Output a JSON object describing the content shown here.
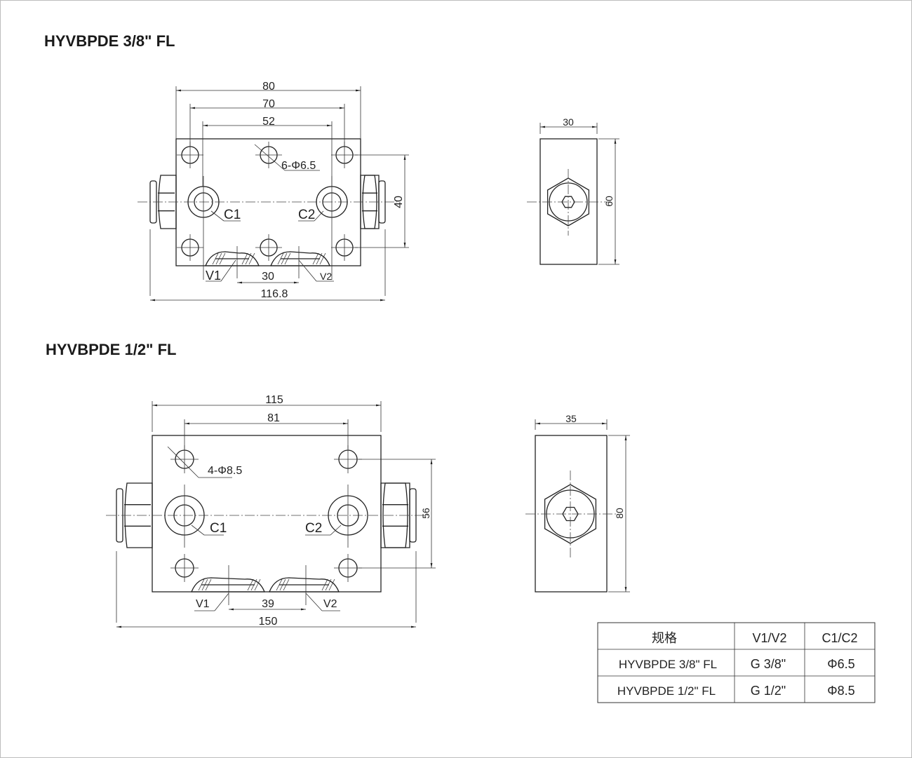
{
  "drawings": [
    {
      "title": "HYVBPDE 3/8\" FL",
      "dims": {
        "overall_top": "80",
        "mid_top": "70",
        "inner_top": "52",
        "height": "40",
        "v_spacing": "30",
        "overall_length": "116.8",
        "side_width": "30",
        "side_height": "60"
      },
      "labels": {
        "holes": "6-Φ6.5",
        "c1": "C1",
        "c2": "C2",
        "v1": "V1",
        "v2": "V2"
      }
    },
    {
      "title": "HYVBPDE 1/2\" FL",
      "dims": {
        "overall_top": "115",
        "mid_top": "81",
        "height": "56",
        "v_spacing": "39",
        "overall_length": "150",
        "side_width": "35",
        "side_height": "80"
      },
      "labels": {
        "holes": "4-Φ8.5",
        "c1": "C1",
        "c2": "C2",
        "v1": "V1",
        "v2": "V2"
      }
    }
  ],
  "spec_table": {
    "headers": [
      "规格",
      "V1/V2",
      "C1/C2"
    ],
    "rows": [
      [
        "HYVBPDE 3/8\" FL",
        "G 3/8\"",
        "Φ6.5"
      ],
      [
        "HYVBPDE 1/2\" FL",
        "G 1/2\"",
        "Φ8.5"
      ]
    ]
  }
}
